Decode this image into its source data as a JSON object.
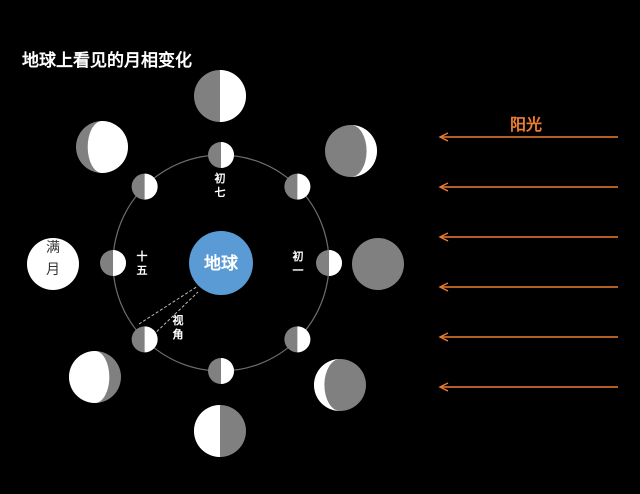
{
  "title": "地球上看见的月相变化",
  "sun": {
    "label": "阳光"
  },
  "earth": {
    "label": "地球",
    "color": "#5B9BD5"
  },
  "labels": {
    "first": [
      "初",
      "一"
    ],
    "seventh": [
      "初",
      "七"
    ],
    "fifteenth": [
      "十",
      "五"
    ],
    "view_angle": [
      "视",
      "角"
    ],
    "full_moon": [
      "满",
      "月"
    ]
  },
  "colors": {
    "dark": "#808080",
    "light": "#FFFFFF",
    "orbit": "#6E6E6E",
    "sunlight": "#ED7D31"
  }
}
